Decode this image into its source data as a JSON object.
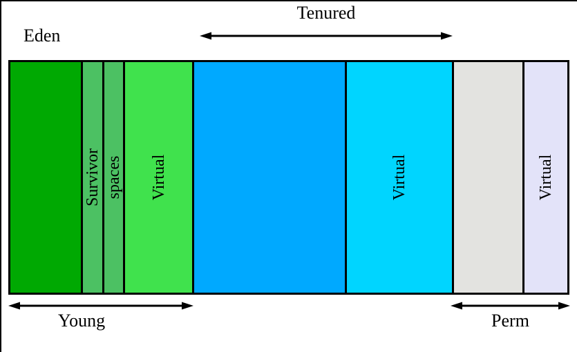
{
  "diagram": {
    "labels": {
      "eden": "Eden",
      "tenured": "Tenured",
      "young": "Young",
      "perm": "Perm"
    },
    "segments": [
      {
        "name": "eden",
        "label": "",
        "color": "#00a902"
      },
      {
        "name": "survivor-space-1",
        "label": "Survivor",
        "color": "#4cc163"
      },
      {
        "name": "survivor-space-2",
        "label": "spaces",
        "color": "#4cc163"
      },
      {
        "name": "young-virtual",
        "label": "Virtual",
        "color": "#40e24d"
      },
      {
        "name": "tenured",
        "label": "",
        "color": "#00a9ff"
      },
      {
        "name": "tenured-virtual",
        "label": "Virtual",
        "color": "#00d5ff"
      },
      {
        "name": "perm",
        "label": "",
        "color": "#e3e3e0"
      },
      {
        "name": "perm-virtual",
        "label": "Virtual",
        "color": "#e3e3f9"
      }
    ],
    "colors": {
      "background": "#ffffff",
      "outline": "#000000",
      "arrow": "#000000"
    }
  }
}
